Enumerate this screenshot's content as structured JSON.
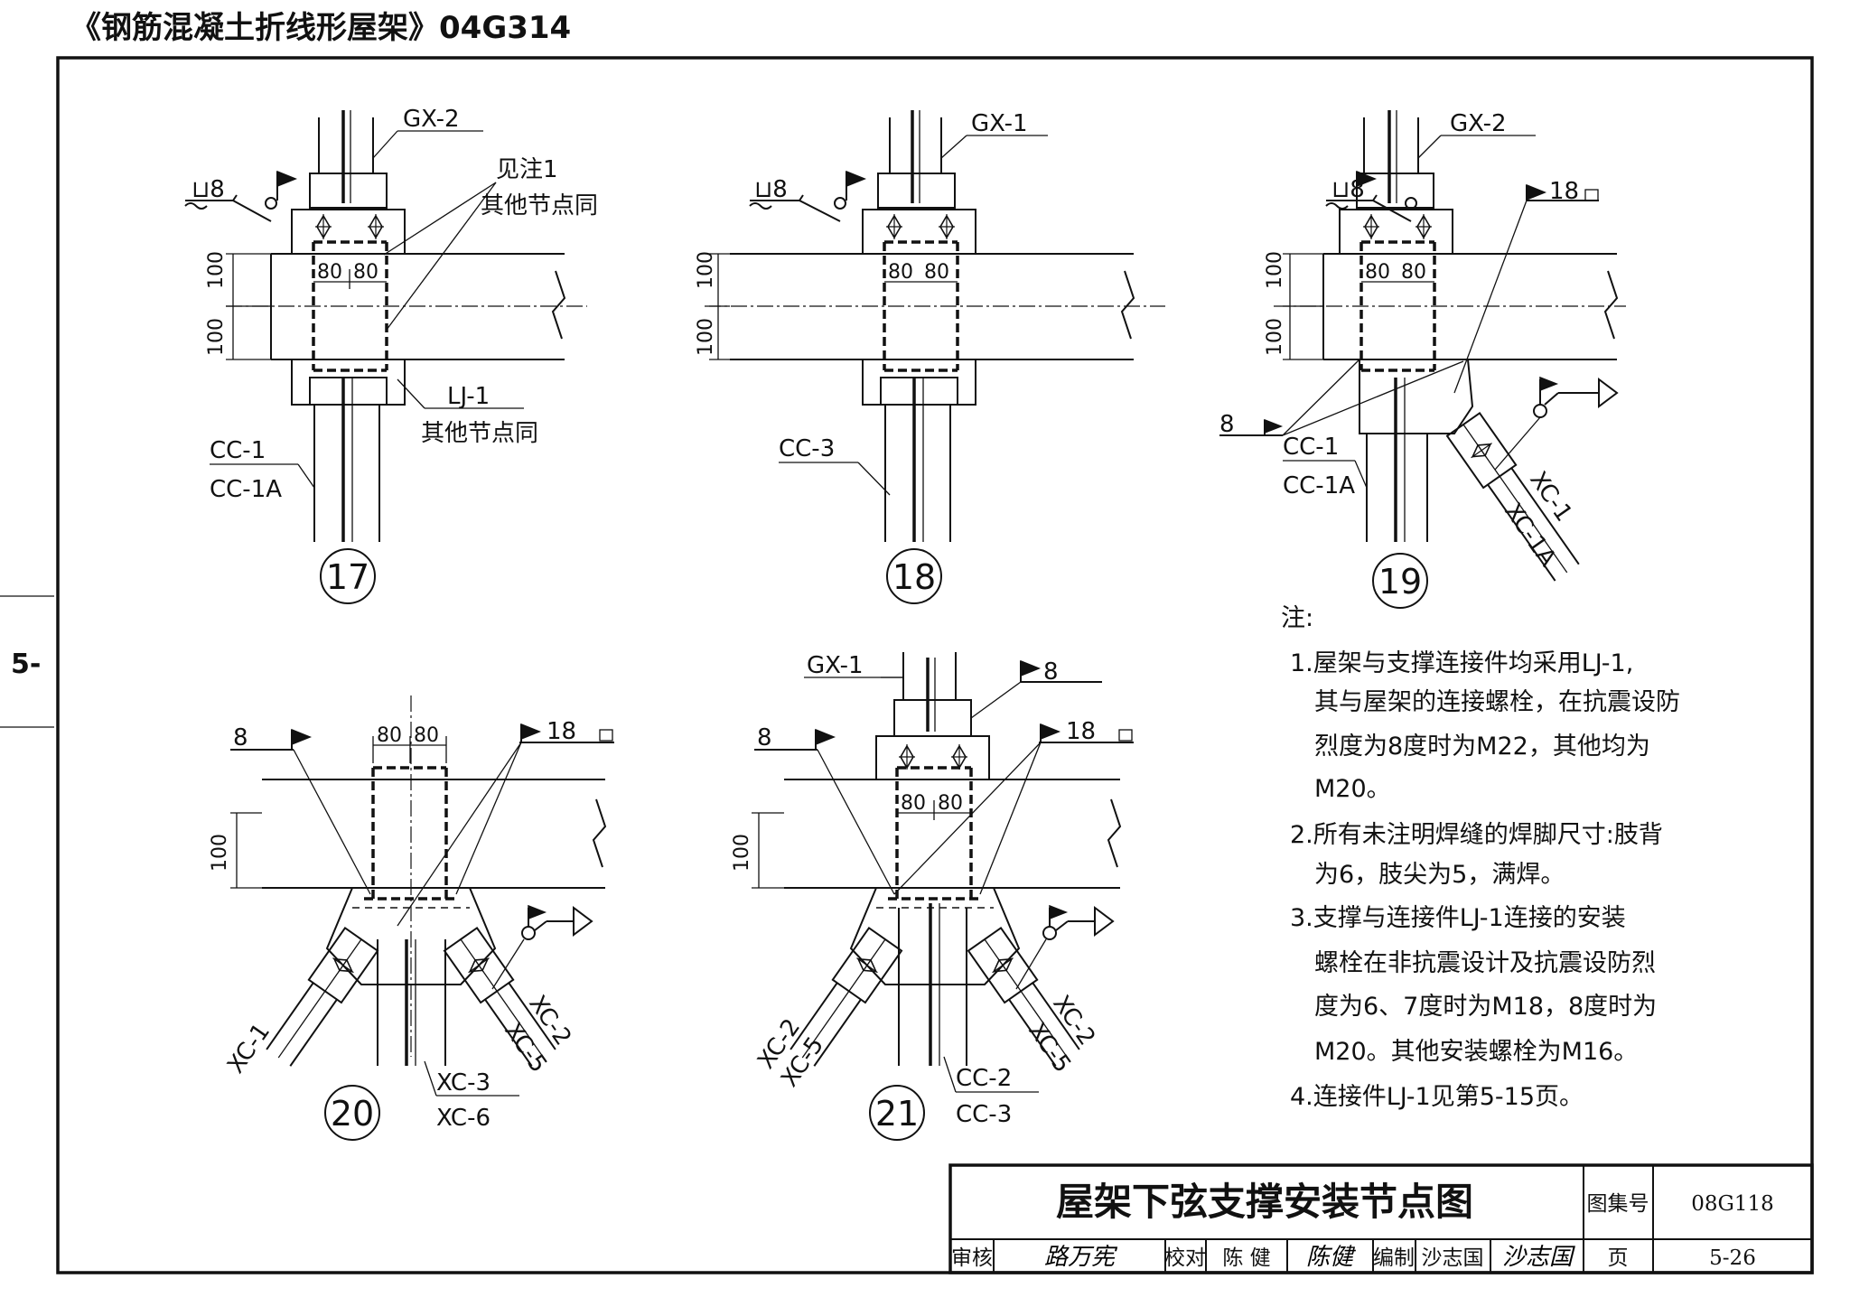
{
  "header": {
    "title": "《钢筋混凝土折线形屋架》04G314"
  },
  "side_mark": "5-",
  "details": [
    {
      "number": "17",
      "labels": [
        "GX-2",
        "见注1",
        "其他节点同",
        "LJ-1",
        "其他节点同",
        "CC-1",
        "CC-1A"
      ],
      "weld": "8",
      "dims_h": [
        "80",
        "80"
      ],
      "dims_v": [
        "100",
        "100"
      ]
    },
    {
      "number": "18",
      "labels": [
        "GX-1",
        "CC-3"
      ],
      "weld": "8",
      "dims_h": [
        "80",
        "80"
      ],
      "dims_v": [
        "100",
        "100"
      ]
    },
    {
      "number": "19",
      "labels": [
        "GX-2",
        "18",
        "CC-1",
        "CC-1A",
        "XC-1",
        "XC-1A"
      ],
      "weld": "8",
      "weld2": "8",
      "dims_h": [
        "80",
        "80"
      ],
      "dims_v": [
        "100",
        "100"
      ]
    },
    {
      "number": "20",
      "labels": [
        "8",
        "18",
        "XC-1",
        "XC-2",
        "XC-5",
        "XC-3",
        "XC-6"
      ],
      "dims_h": [
        "80",
        "80"
      ],
      "dims_v": [
        "100"
      ]
    },
    {
      "number": "21",
      "labels": [
        "GX-1",
        "8",
        "8",
        "18",
        "XC-2",
        "XC-5",
        "XC-2",
        "XC-5",
        "CC-2",
        "CC-3"
      ],
      "dims_h": [
        "80",
        "80"
      ],
      "dims_v": [
        "100"
      ]
    }
  ],
  "notes": {
    "heading": "注:",
    "lines": [
      "1.屋架与支撑连接件均采用LJ-1,",
      "其与屋架的连接螺栓，在抗震设防",
      "烈度为8度时为M22，其他均为",
      "M20。",
      "2.所有未注明焊缝的焊脚尺寸:肢背",
      "为6，肢尖为5，满焊。",
      "3.支撑与连接件LJ-1连接的安装",
      "螺栓在非抗震设计及抗震设防烈",
      "度为6、7度时为M18，8度时为",
      "M20。其他安装螺栓为M16。",
      "4.连接件LJ-1见第5-15页。"
    ]
  },
  "title_block": {
    "drawing_title": "屋架下弦支撑安装节点图",
    "atlas_label": "图集号",
    "atlas_no": "08G118",
    "review_label": "审核",
    "review_sig": "路万宪",
    "check_label": "校对",
    "check_name": "陈 健",
    "check_sig": "陈健",
    "design_label": "编制",
    "design_name": "沙志国",
    "design_sig": "沙志国",
    "page_label": "页",
    "page_no": "5-26"
  }
}
